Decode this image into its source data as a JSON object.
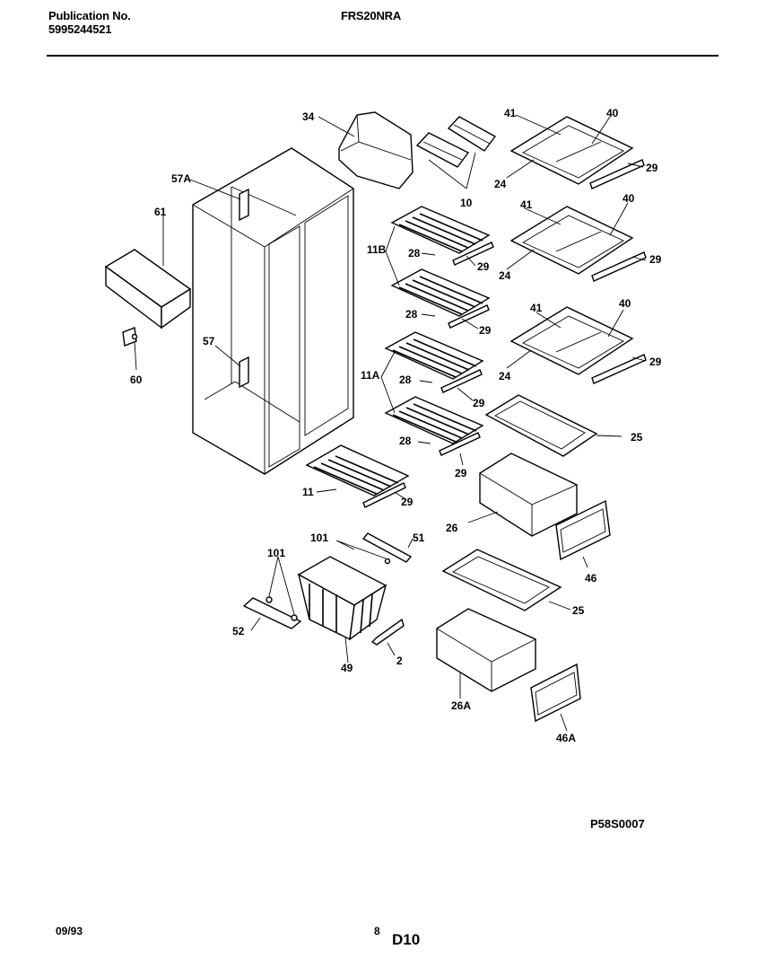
{
  "header": {
    "publication_label": "Publication No.",
    "publication_number": "5995244521",
    "model": "FRS20NRA"
  },
  "footer": {
    "date": "09/93",
    "page": "8",
    "section": "D10"
  },
  "drawing_code": "P58S0007",
  "callouts": [
    "34",
    "10",
    "41",
    "40",
    "24",
    "29",
    "57A",
    "61",
    "11B",
    "28",
    "60",
    "57",
    "11A",
    "25",
    "11",
    "26",
    "46",
    "101",
    "51",
    "52",
    "49",
    "2",
    "26A",
    "46A"
  ]
}
